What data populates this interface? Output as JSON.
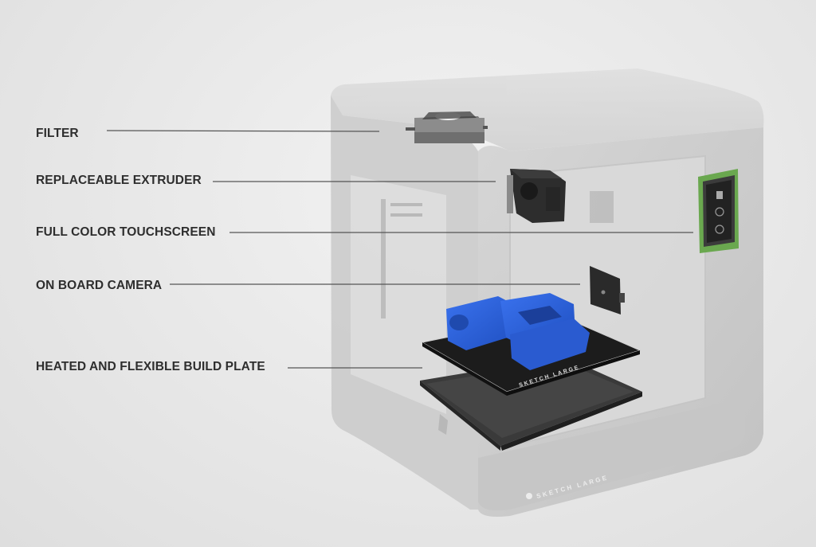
{
  "diagram": {
    "subject": "3D printer exploded view",
    "brand_text": "SKETCH LARGE",
    "build_plate_text": "SKETCH LARGE",
    "callouts": [
      {
        "id": "filter",
        "label": "FILTER"
      },
      {
        "id": "extruder",
        "label": "REPLACEABLE EXTRUDER"
      },
      {
        "id": "touchscreen",
        "label": "FULL COLOR TOUCHSCREEN"
      },
      {
        "id": "camera",
        "label": "ON BOARD CAMERA"
      },
      {
        "id": "build-plate",
        "label": "HEATED AND FLEXIBLE BUILD PLATE"
      }
    ]
  },
  "colors": {
    "background": "#e9e9e9",
    "label_text": "#2e2e2e",
    "leader_line": "#555555",
    "printer_body": "#c4c4c4",
    "print_object_blue": "#2f62d8",
    "touchscreen_pcb_green": "#6aa84f",
    "plate_black": "#1c1c1c"
  }
}
